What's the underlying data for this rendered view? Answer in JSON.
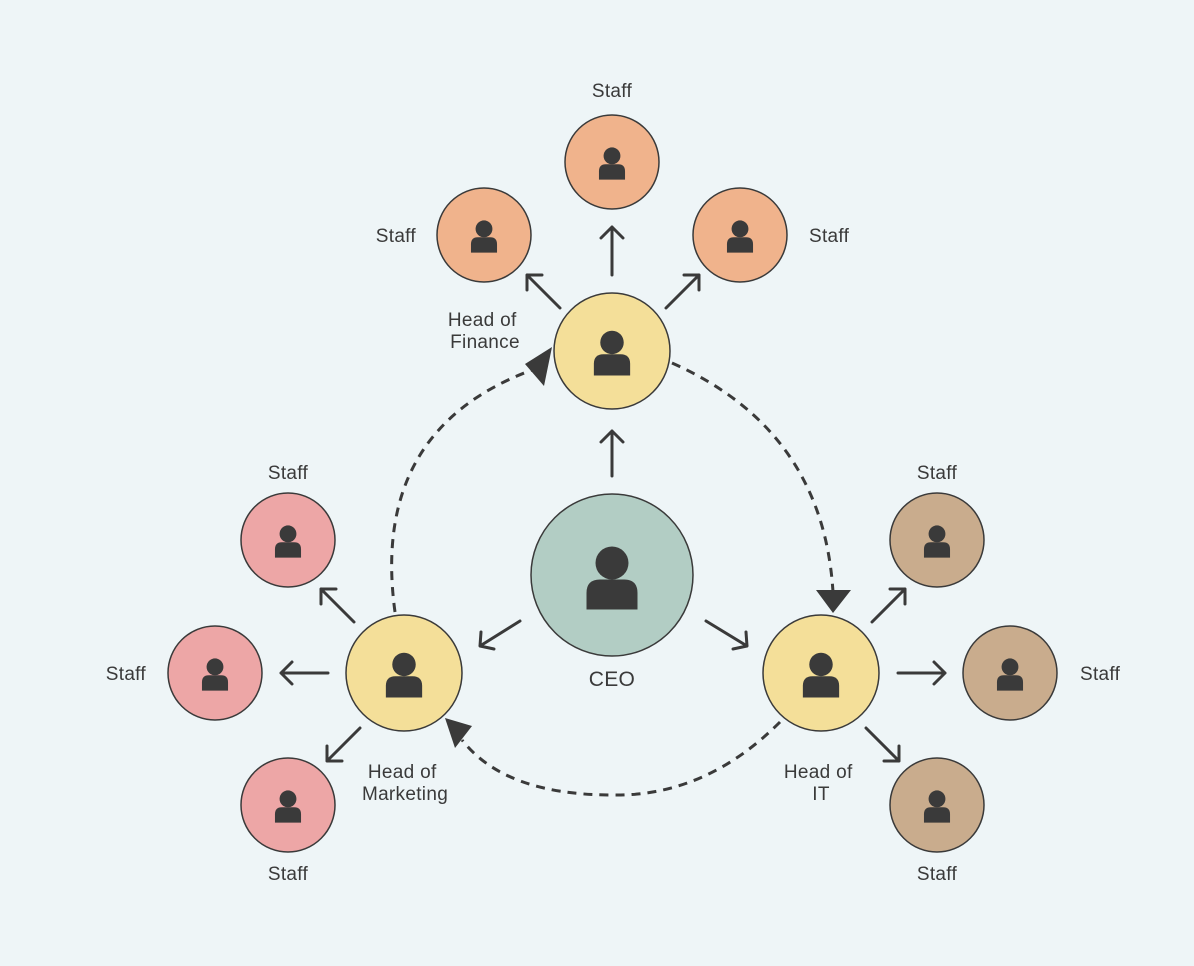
{
  "nodes": {
    "ceo": {
      "label": "CEO",
      "color": "#b2cdc4"
    },
    "finance": {
      "label_lines": [
        "Head of",
        "Finance"
      ],
      "color": "#f4df99"
    },
    "marketing": {
      "label_lines": [
        "Head of",
        "Marketing"
      ],
      "color": "#f4df99"
    },
    "it": {
      "label_lines": [
        "Head of",
        "IT"
      ],
      "color": "#f4df99"
    }
  },
  "staff_label": "Staff",
  "staff_colors": {
    "finance": "#f0b38c",
    "marketing": "#eda6a6",
    "it": "#c9ac8d"
  },
  "icon": "person-icon"
}
